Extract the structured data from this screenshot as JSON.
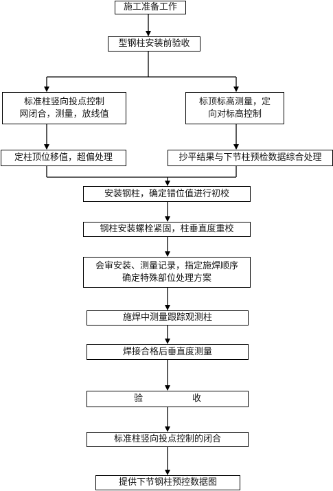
{
  "flowchart": {
    "steps": {
      "s1": "施工准备工作",
      "s2": "型钢柱安装前验收",
      "s3_left": "标准柱竖向投点控制\n网闭合，测量，放线值",
      "s3_right": "标顶标高测量，定\n向对标高控制",
      "s4_left": "定柱顶位移值，超偏处理",
      "s4_right": "抄平结果与下节柱预检数据综合处理",
      "s5": "安装钢柱，确定错位值进行初校",
      "s6": "钢柱安装螺栓紧固，柱垂直度重校",
      "s7": "会审安装、测量记录，指定施焊顺序\n确定特殊部位处理方案",
      "s8": "施焊中测量跟踪观测柱",
      "s9": "焊接合格后垂直度测量",
      "s10_a": "验",
      "s10_b": "收",
      "s11": "标准柱竖向投点控制的闭合",
      "s12": "提供下节钢柱预控数据图"
    }
  }
}
